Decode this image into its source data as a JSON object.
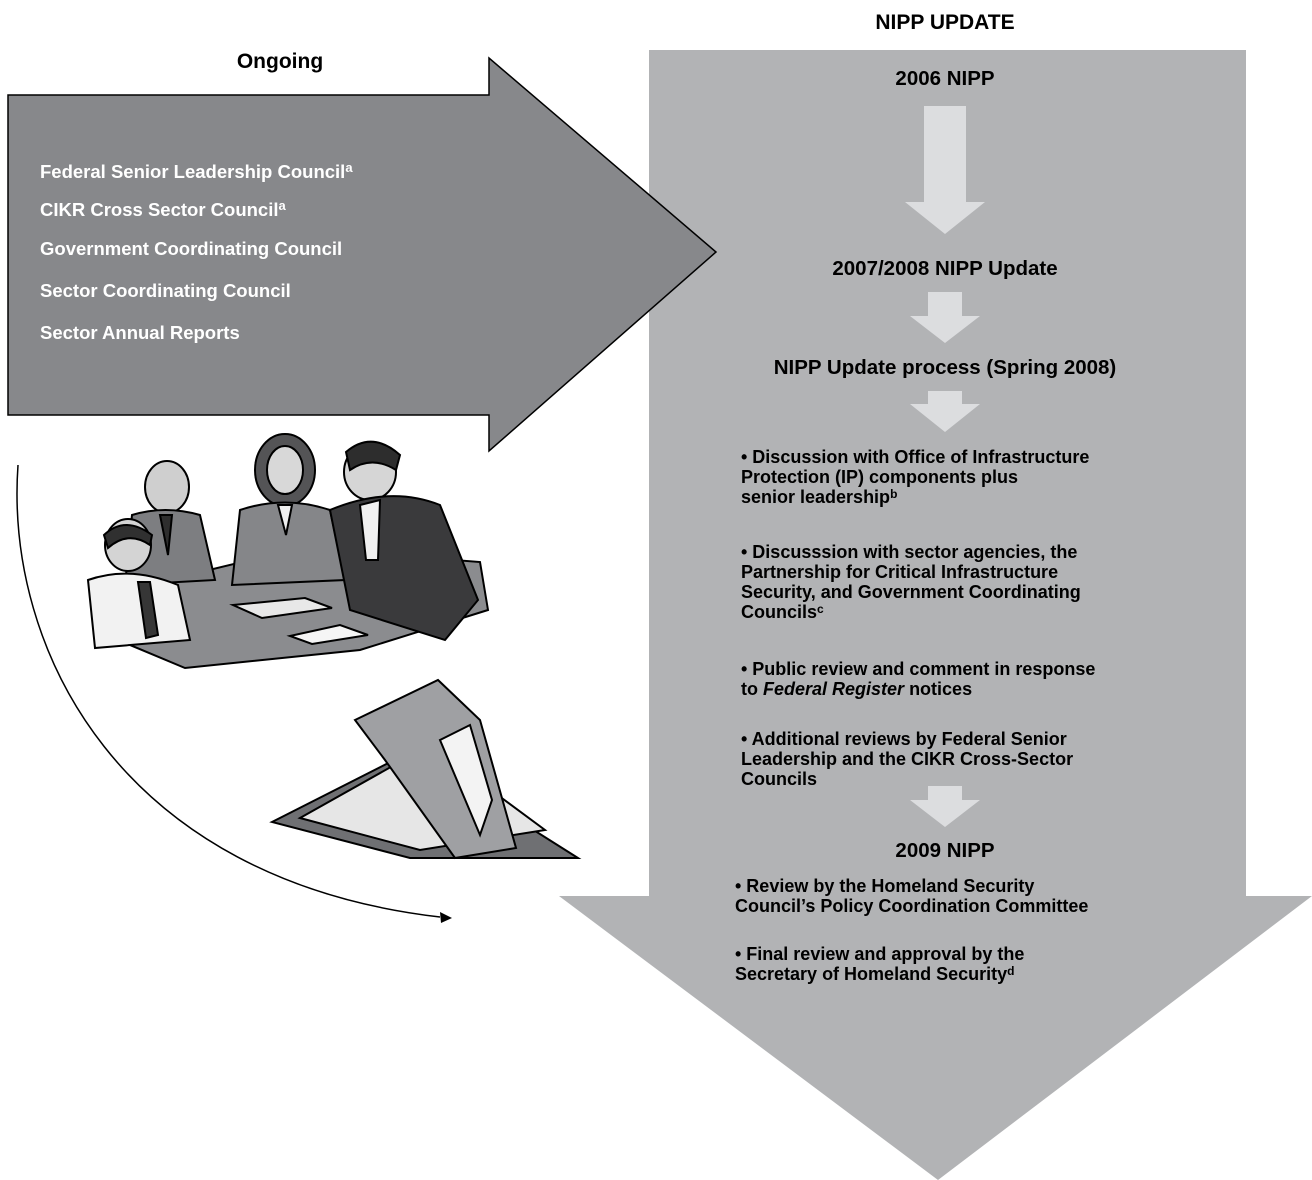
{
  "right_flow": {
    "title": "NIPP UPDATE",
    "step_2006": "2006 NIPP",
    "step_2007_2008": "2007/2008 NIPP Update",
    "step_process": "NIPP Update process (Spring 2008)",
    "process_items": [
      {
        "text": "• Discussion with Office of Infrastructure\nProtection (IP) components plus\nsenior leadership",
        "footnote": "b"
      },
      {
        "text": "• Discusssion with sector agencies, the\nPartnership for Critical Infrastructure\nSecurity, and Government Coordinating\nCouncils",
        "footnote": "c"
      },
      {
        "text_before": "• Public review and comment in response\nto ",
        "text_italic": "Federal Register",
        "text_after": " notices"
      },
      {
        "text": "• Additional reviews by Federal Senior\nLeadership and the CIKR Cross-Sector\nCouncils"
      }
    ],
    "step_2009": "2009 NIPP",
    "final_items": [
      {
        "text": "• Review by the Homeland Security\nCouncil’s Policy Coordination Committee"
      },
      {
        "text": "• Final review and approval by the\nSecretary of Homeland Security",
        "footnote": "d"
      }
    ]
  },
  "left_flow": {
    "title": "Ongoing",
    "items": [
      {
        "label": "Federal Senior Leadership Council",
        "footnote": "a"
      },
      {
        "label": "CIKR Cross Sector Council",
        "footnote": "a"
      },
      {
        "label": "Government Coordinating Council"
      },
      {
        "label": "Sector Coordinating Council"
      },
      {
        "label": "Sector Annual Reports"
      }
    ]
  },
  "illustrations": [
    "meeting-people-clipart",
    "folder-clipart"
  ],
  "colors": {
    "big_arrow": "#b2b3b5",
    "left_arrow": "#87888b",
    "small_arrows": "#dcdddf",
    "left_text": "#ffffff",
    "text": "#000000"
  }
}
